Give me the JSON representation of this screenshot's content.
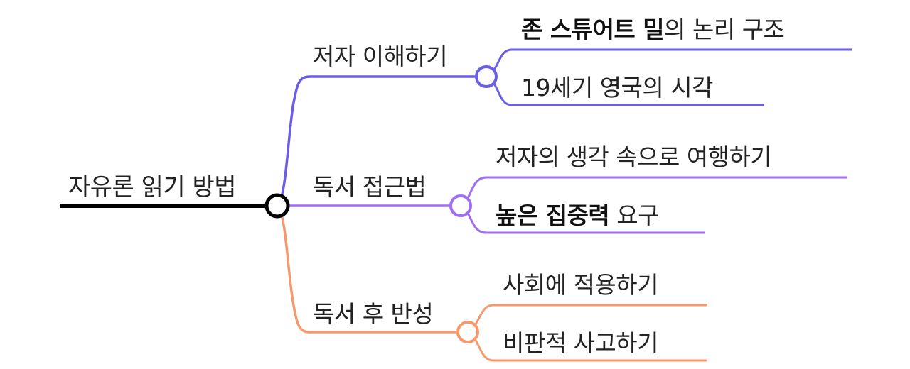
{
  "mindmap": {
    "root": {
      "label": "자유론 읽기 방법"
    },
    "branches": [
      {
        "label": "저자 이해하기",
        "color": "#6a5ee8",
        "leaves": [
          {
            "bold": "존 스튜어트 밀",
            "rest": "의 논리 구조"
          },
          {
            "bold": "",
            "rest": "19세기 영국의 시각"
          }
        ]
      },
      {
        "label": "독서 접근법",
        "color": "#a06ef0",
        "leaves": [
          {
            "bold": "",
            "rest": "저자의 생각 속으로 여행하기"
          },
          {
            "bold": "높은 집중력",
            "rest": " 요구"
          }
        ]
      },
      {
        "label": "독서 후 반성",
        "color": "#f59a6e",
        "leaves": [
          {
            "bold": "",
            "rest": "사회에 적용하기"
          },
          {
            "bold": "",
            "rest": "비판적 사고하기"
          }
        ]
      }
    ]
  }
}
